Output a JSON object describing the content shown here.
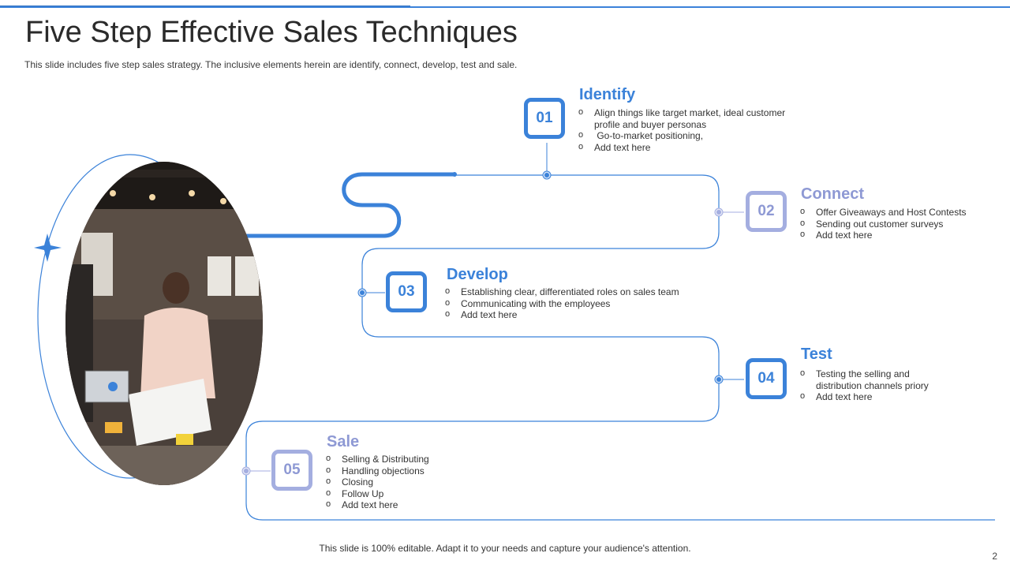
{
  "header": {
    "title": "Five Step Effective Sales Techniques",
    "subtitle": "This slide includes five step sales strategy. The inclusive elements herein are identify, connect, develop, test and sale."
  },
  "colors": {
    "accent": "#3b82d9",
    "accent_light": "#a4aee0"
  },
  "steps": [
    {
      "number": "01",
      "title": "Identify",
      "bullets": [
        "Align things like target market, ideal customer profile and buyer personas",
        " Go-to-market positioning,",
        "Add text here"
      ]
    },
    {
      "number": "02",
      "title": "Connect",
      "bullets": [
        "Offer Giveaways and Host Contests",
        "Sending out customer surveys",
        "Add text here"
      ]
    },
    {
      "number": "03",
      "title": "Develop",
      "bullets": [
        "Establishing clear, differentiated roles on sales team",
        "Communicating with the employees",
        "Add text here"
      ]
    },
    {
      "number": "04",
      "title": "Test",
      "bullets": [
        "Testing the selling and distribution channels priory",
        "Add text here"
      ]
    },
    {
      "number": "05",
      "title": "Sale",
      "bullets": [
        "Selling & Distributing",
        "Handling objections",
        "Closing",
        "Follow Up",
        "Add text here"
      ]
    }
  ],
  "footer": {
    "note": "This slide is 100% editable. Adapt it to your needs and capture your audience's attention.",
    "page_number": "2"
  }
}
